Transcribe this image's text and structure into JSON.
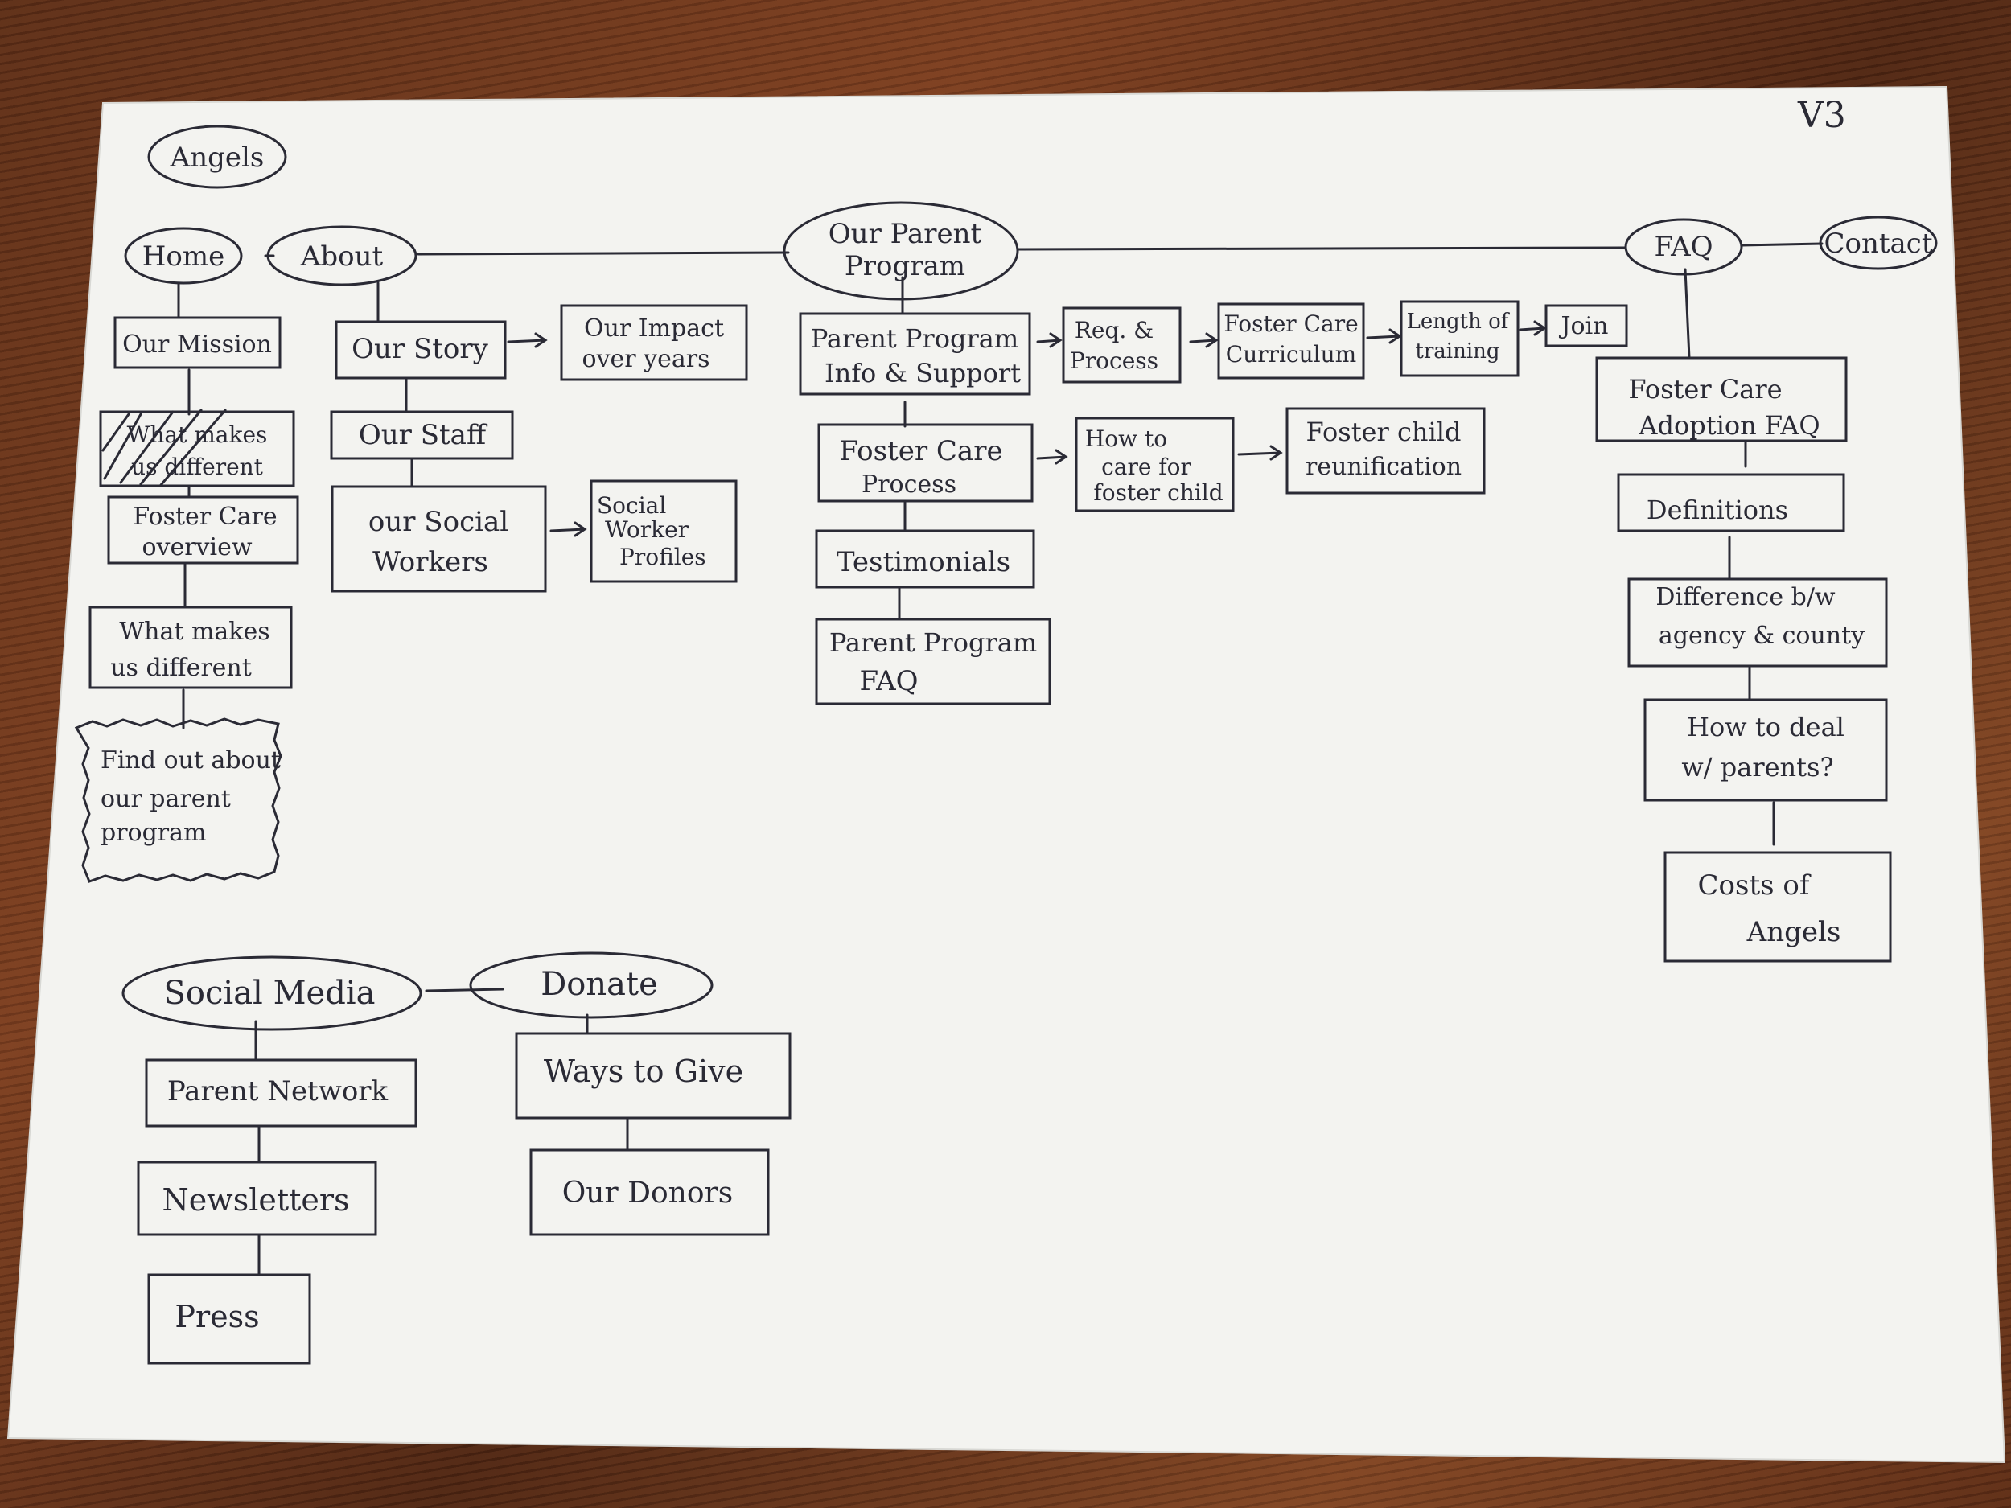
{
  "version": "V3",
  "logo": "Angels",
  "nav": {
    "home": "Home",
    "about": "About",
    "program": [
      "Our Parent",
      "Program"
    ],
    "faq": "FAQ",
    "contact": "Contact"
  },
  "home_branch": {
    "mission": "Our Mission",
    "crossed": [
      "What makes",
      "us different"
    ],
    "overview": [
      "Foster Care",
      "overview"
    ],
    "different": [
      "What makes",
      "us different"
    ],
    "find_out": [
      "Find out about",
      "our parent",
      "program"
    ]
  },
  "about_branch": {
    "story": "Our Story",
    "impact": [
      "Our Impact",
      "over years"
    ],
    "staff": "Our Staff",
    "social_workers": [
      "our Social",
      "Workers"
    ],
    "profiles": [
      "Social",
      "Worker",
      "Profiles"
    ]
  },
  "program_branch": {
    "info": [
      "Parent Program",
      "Info & Support"
    ],
    "req": [
      "Req. &",
      "Process"
    ],
    "curriculum": [
      "Foster Care",
      "Curriculum"
    ],
    "length": [
      "Length of",
      "training"
    ],
    "join": "Join",
    "process": [
      "Foster Care",
      "Process"
    ],
    "care": [
      "How to",
      "care for",
      "foster child"
    ],
    "reunification": [
      "Foster child",
      "reunification"
    ],
    "testimonials": "Testimonials",
    "faq": [
      "Parent Program",
      "FAQ"
    ]
  },
  "faq_branch": {
    "adoption": [
      "Foster Care",
      "Adoption FAQ"
    ],
    "definitions": "Definitions",
    "difference": [
      "Difference b/w",
      "agency & county"
    ],
    "deal": [
      "How to deal",
      "w/ parents?"
    ],
    "costs": [
      "Costs of",
      "Angels"
    ]
  },
  "social_branch": {
    "title": "Social Media",
    "network": "Parent Network",
    "newsletters": "Newsletters",
    "press": "Press"
  },
  "donate_branch": {
    "title": "Donate",
    "ways": "Ways to Give",
    "donors": "Our Donors"
  }
}
